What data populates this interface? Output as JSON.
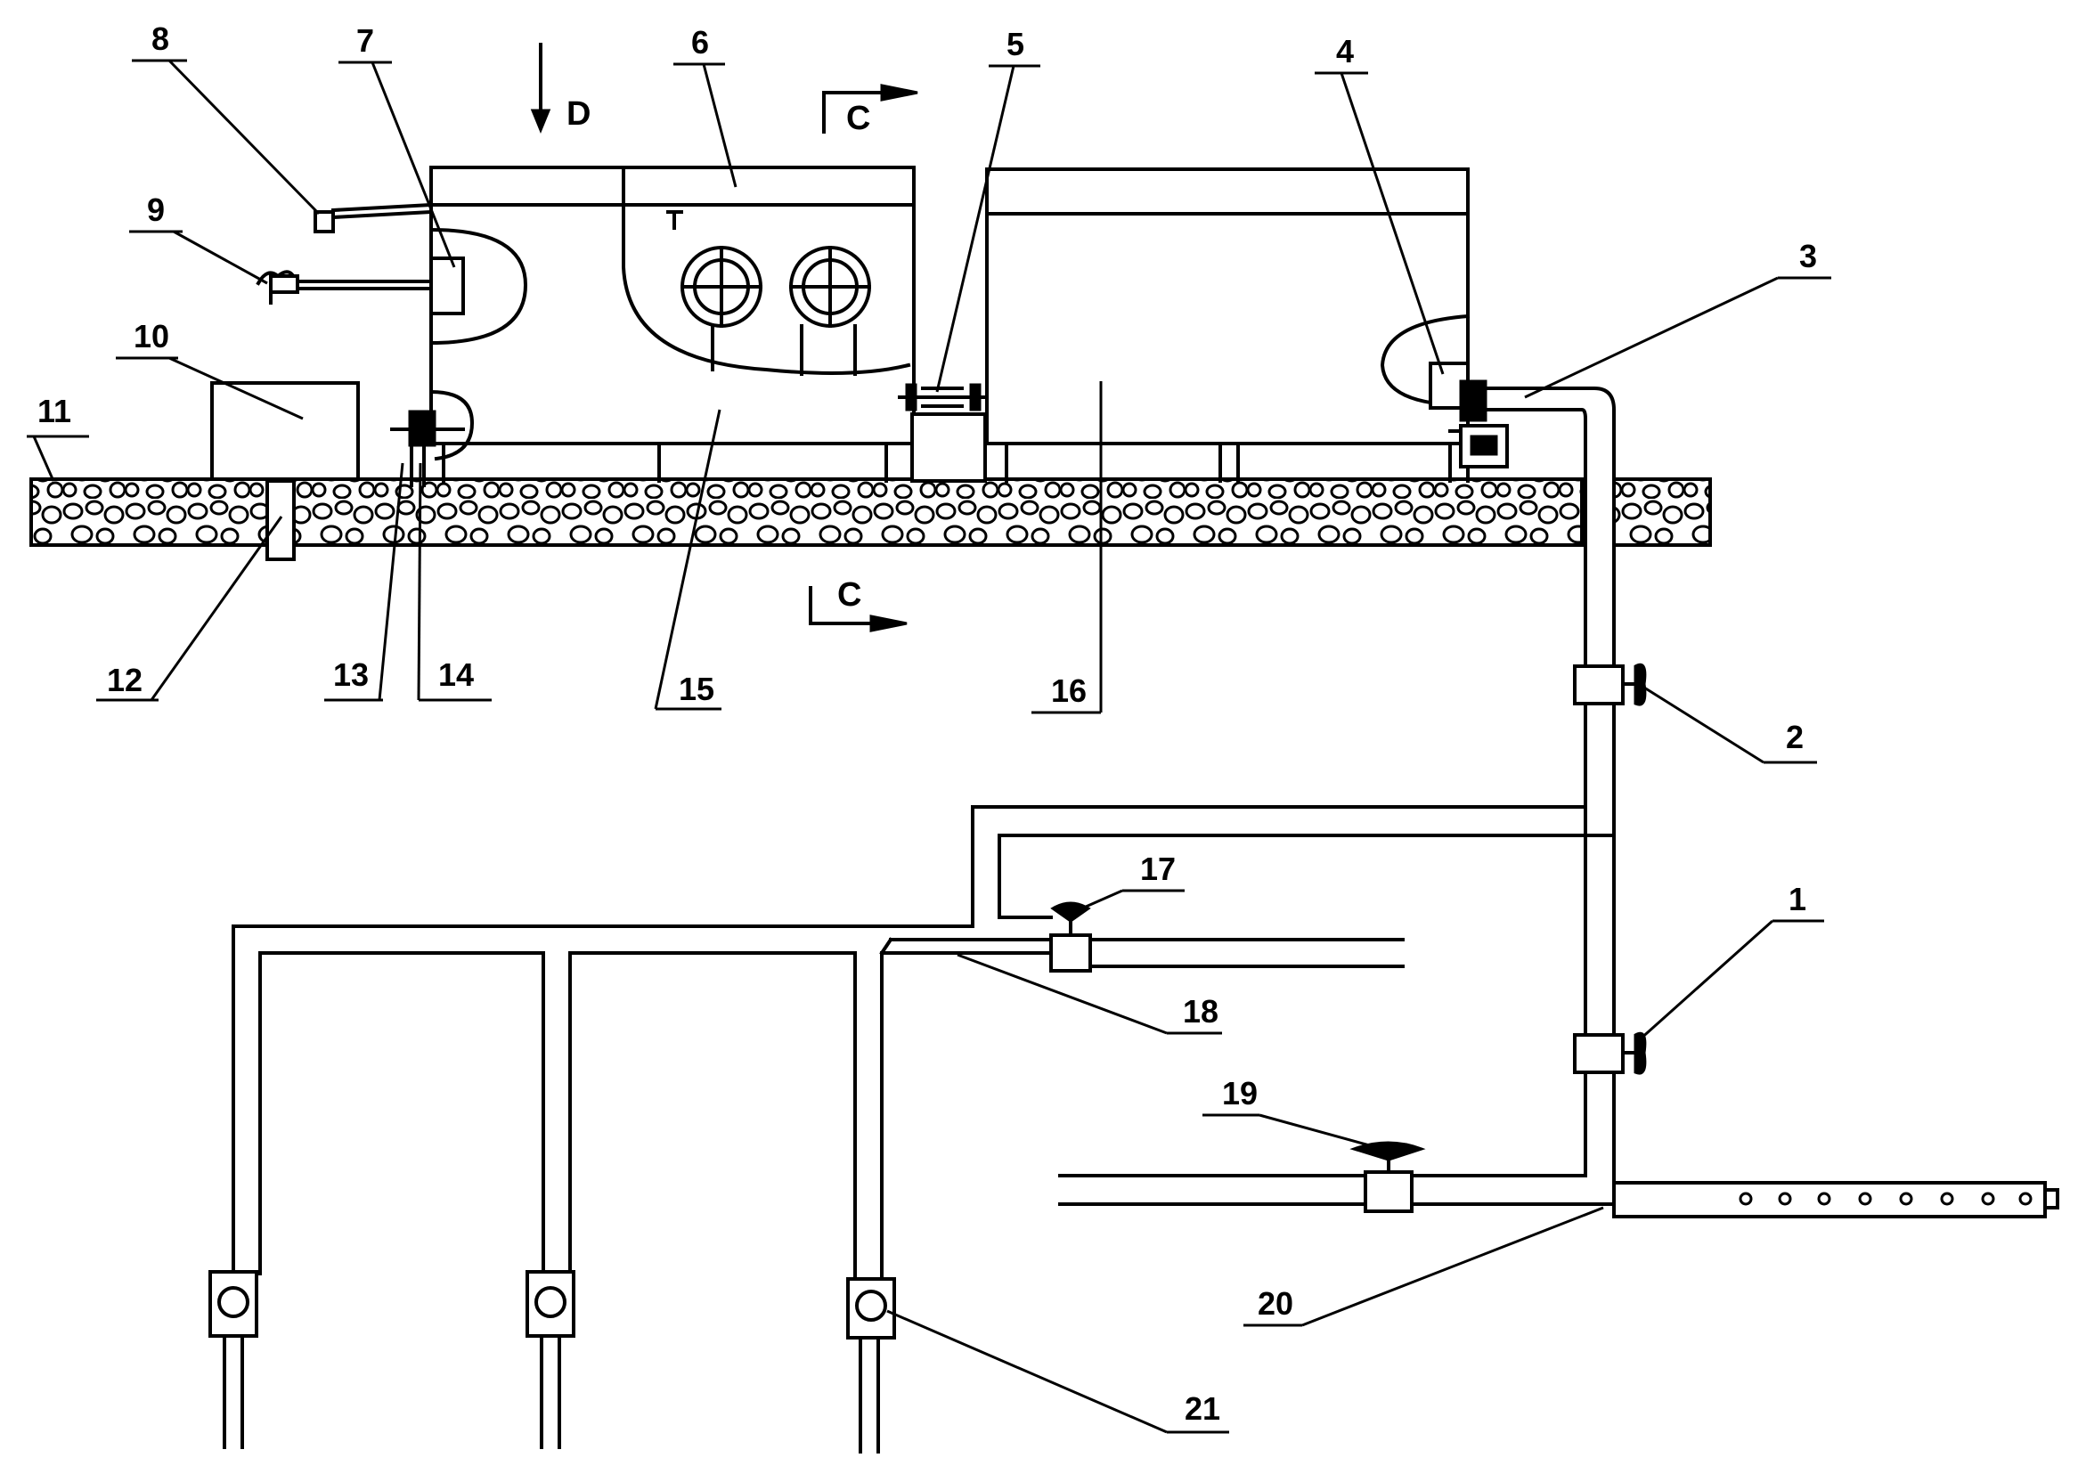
{
  "labels": {
    "n1": "1",
    "n2": "2",
    "n3": "3",
    "n4": "4",
    "n5": "5",
    "n6": "6",
    "n7": "7",
    "n8": "8",
    "n9": "9",
    "n10": "10",
    "n11": "11",
    "n12": "12",
    "n13": "13",
    "n14": "14",
    "n15": "15",
    "n16": "16",
    "n17": "17",
    "n18": "18",
    "n19": "19",
    "n20": "20",
    "n21": "21"
  },
  "view_marks": {
    "d": "D",
    "c_top": "C",
    "c_bottom": "C"
  },
  "colors": {
    "line": "#000000",
    "background": "#ffffff"
  }
}
